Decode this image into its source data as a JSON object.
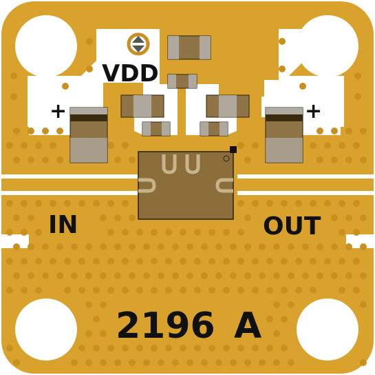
{
  "board": {
    "part_number": "2196",
    "revision": "A",
    "labels": {
      "supply": "VDD",
      "input": "IN",
      "output": "OUT",
      "plus_left": "+",
      "plus_right": "+"
    }
  },
  "colors": {
    "copper": "#D9A22C",
    "via": "#C8901F",
    "substrate": "#FFFFFF",
    "component_body": "#8E7446",
    "component_end": "#B9B9B9",
    "component_outline": "#2A2010",
    "silkscreen": "#111111",
    "chip_body": "#8C6E3A"
  }
}
